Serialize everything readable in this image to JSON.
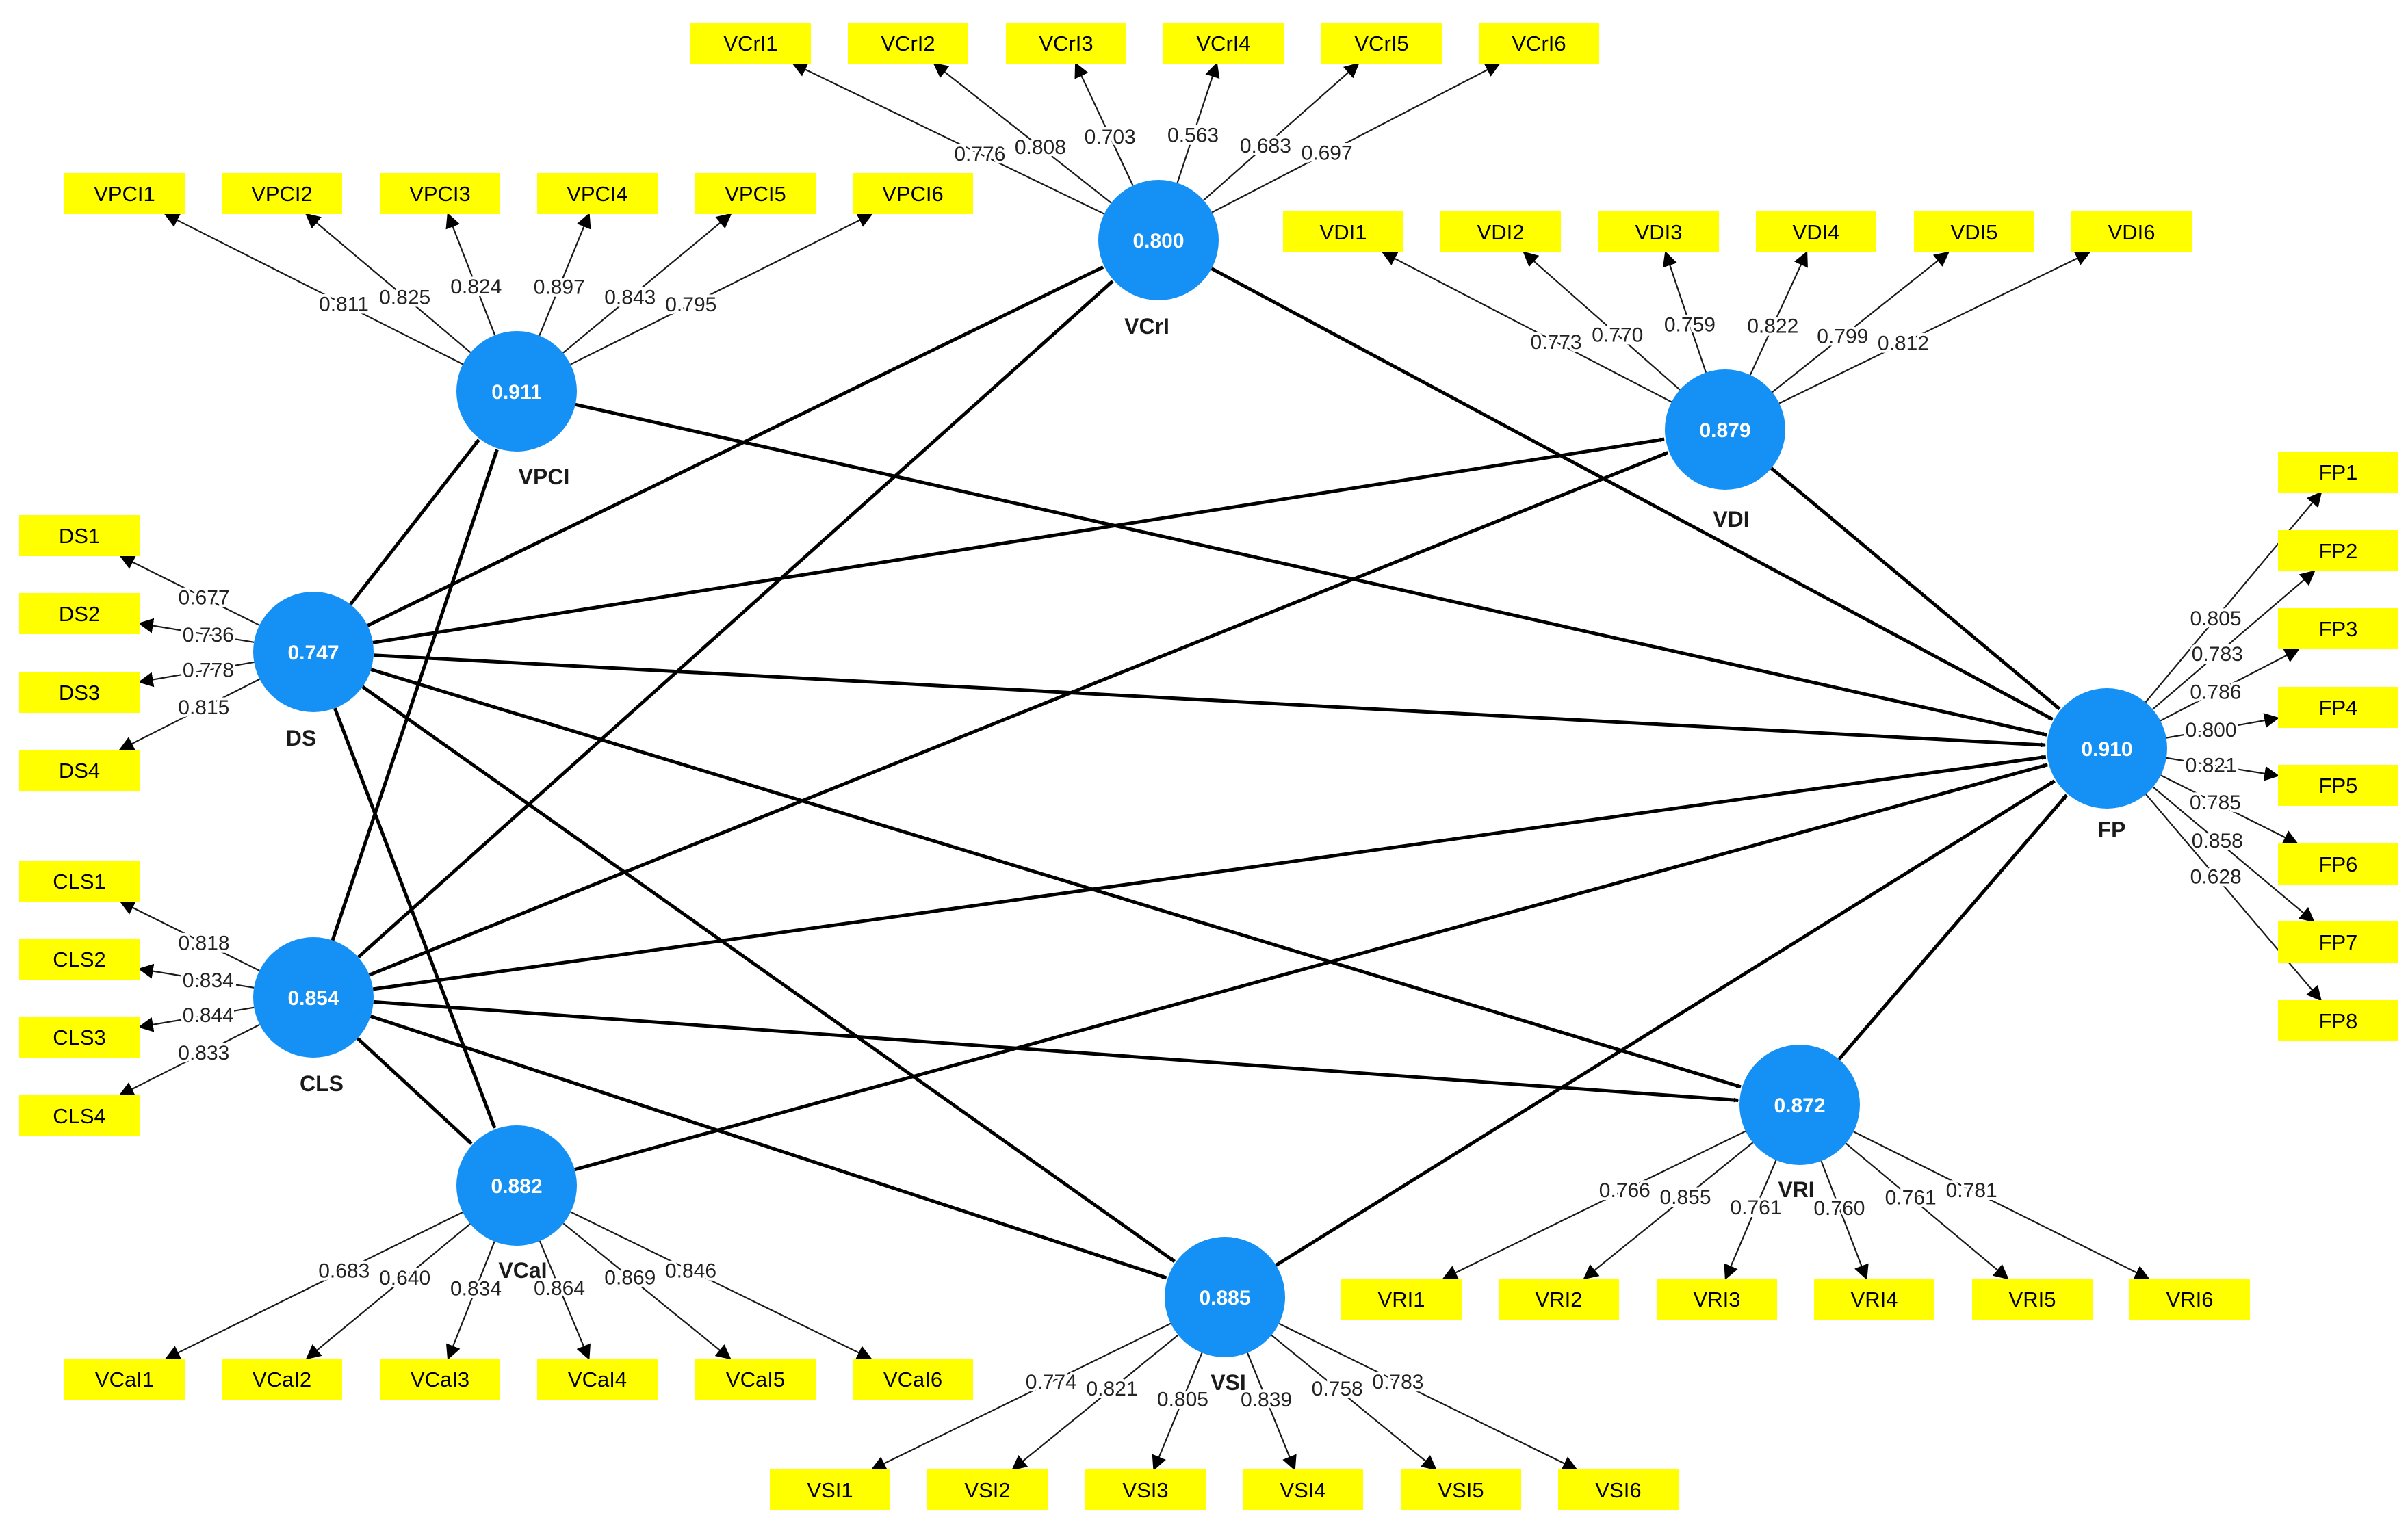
{
  "colors": {
    "construct_fill": "#1591f5",
    "indicator_fill": "#ffff00",
    "arrow": "#000000"
  },
  "constructs": [
    {
      "id": "VCrI",
      "label": "VCrI",
      "value": "0.800"
    },
    {
      "id": "VPCI",
      "label": "VPCI",
      "value": "0.911"
    },
    {
      "id": "VDI",
      "label": "VDI",
      "value": "0.879"
    },
    {
      "id": "DS",
      "label": "DS",
      "value": "0.747"
    },
    {
      "id": "CLS",
      "label": "CLS",
      "value": "0.854"
    },
    {
      "id": "FP",
      "label": "FP",
      "value": "0.910"
    },
    {
      "id": "VCaI",
      "label": "VCaI",
      "value": "0.882"
    },
    {
      "id": "VSI",
      "label": "VSI",
      "value": "0.885"
    },
    {
      "id": "VRI",
      "label": "VRI",
      "value": "0.872"
    }
  ],
  "indicators": [
    {
      "label": "VCrI1",
      "construct": "VCrI",
      "loading": "0.776"
    },
    {
      "label": "VCrI2",
      "construct": "VCrI",
      "loading": "0.808"
    },
    {
      "label": "VCrI3",
      "construct": "VCrI",
      "loading": "0.703"
    },
    {
      "label": "VCrI4",
      "construct": "VCrI",
      "loading": "0.563"
    },
    {
      "label": "VCrI5",
      "construct": "VCrI",
      "loading": "0.683"
    },
    {
      "label": "VCrI6",
      "construct": "VCrI",
      "loading": "0.697"
    },
    {
      "label": "VPCI1",
      "construct": "VPCI",
      "loading": "0.811"
    },
    {
      "label": "VPCI2",
      "construct": "VPCI",
      "loading": "0.825"
    },
    {
      "label": "VPCI3",
      "construct": "VPCI",
      "loading": "0.824"
    },
    {
      "label": "VPCI4",
      "construct": "VPCI",
      "loading": "0.897"
    },
    {
      "label": "VPCI5",
      "construct": "VPCI",
      "loading": "0.843"
    },
    {
      "label": "VPCI6",
      "construct": "VPCI",
      "loading": "0.795"
    },
    {
      "label": "VDI1",
      "construct": "VDI",
      "loading": "0.773"
    },
    {
      "label": "VDI2",
      "construct": "VDI",
      "loading": "0.770"
    },
    {
      "label": "VDI3",
      "construct": "VDI",
      "loading": "0.759"
    },
    {
      "label": "VDI4",
      "construct": "VDI",
      "loading": "0.822"
    },
    {
      "label": "VDI5",
      "construct": "VDI",
      "loading": "0.799"
    },
    {
      "label": "VDI6",
      "construct": "VDI",
      "loading": "0.812"
    },
    {
      "label": "DS1",
      "construct": "DS",
      "loading": "0.677"
    },
    {
      "label": "DS2",
      "construct": "DS",
      "loading": "0.736"
    },
    {
      "label": "DS3",
      "construct": "DS",
      "loading": "0.778"
    },
    {
      "label": "DS4",
      "construct": "DS",
      "loading": "0.815"
    },
    {
      "label": "CLS1",
      "construct": "CLS",
      "loading": "0.818"
    },
    {
      "label": "CLS2",
      "construct": "CLS",
      "loading": "0.834"
    },
    {
      "label": "CLS3",
      "construct": "CLS",
      "loading": "0.844"
    },
    {
      "label": "CLS4",
      "construct": "CLS",
      "loading": "0.833"
    },
    {
      "label": "FP1",
      "construct": "FP",
      "loading": "0.805"
    },
    {
      "label": "FP2",
      "construct": "FP",
      "loading": "0.783"
    },
    {
      "label": "FP3",
      "construct": "FP",
      "loading": "0.786"
    },
    {
      "label": "FP4",
      "construct": "FP",
      "loading": "0.800"
    },
    {
      "label": "FP5",
      "construct": "FP",
      "loading": "0.821"
    },
    {
      "label": "FP6",
      "construct": "FP",
      "loading": "0.785"
    },
    {
      "label": "FP7",
      "construct": "FP",
      "loading": "0.858"
    },
    {
      "label": "FP8",
      "construct": "FP",
      "loading": "0.628"
    },
    {
      "label": "VCaI1",
      "construct": "VCaI",
      "loading": "0.683"
    },
    {
      "label": "VCaI2",
      "construct": "VCaI",
      "loading": "0.640"
    },
    {
      "label": "VCaI3",
      "construct": "VCaI",
      "loading": "0.834"
    },
    {
      "label": "VCaI4",
      "construct": "VCaI",
      "loading": "0.864"
    },
    {
      "label": "VCaI5",
      "construct": "VCaI",
      "loading": "0.869"
    },
    {
      "label": "VCaI6",
      "construct": "VCaI",
      "loading": "0.846"
    },
    {
      "label": "VSI1",
      "construct": "VSI",
      "loading": "0.774"
    },
    {
      "label": "VSI2",
      "construct": "VSI",
      "loading": "0.821"
    },
    {
      "label": "VSI3",
      "construct": "VSI",
      "loading": "0.805"
    },
    {
      "label": "VSI4",
      "construct": "VSI",
      "loading": "0.839"
    },
    {
      "label": "VSI5",
      "construct": "VSI",
      "loading": "0.758"
    },
    {
      "label": "VSI6",
      "construct": "VSI",
      "loading": "0.783"
    },
    {
      "label": "VRI1",
      "construct": "VRI",
      "loading": "0.766"
    },
    {
      "label": "VRI2",
      "construct": "VRI",
      "loading": "0.855"
    },
    {
      "label": "VRI3",
      "construct": "VRI",
      "loading": "0.761"
    },
    {
      "label": "VRI4",
      "construct": "VRI",
      "loading": "0.760"
    },
    {
      "label": "VRI5",
      "construct": "VRI",
      "loading": "0.761"
    },
    {
      "label": "VRI6",
      "construct": "VRI",
      "loading": "0.781"
    }
  ],
  "paths": [
    {
      "from": "DS",
      "to": "VPCI"
    },
    {
      "from": "DS",
      "to": "VCrI"
    },
    {
      "from": "DS",
      "to": "VDI"
    },
    {
      "from": "DS",
      "to": "FP"
    },
    {
      "from": "DS",
      "to": "VCaI"
    },
    {
      "from": "DS",
      "to": "VSI"
    },
    {
      "from": "DS",
      "to": "VRI"
    },
    {
      "from": "CLS",
      "to": "VPCI"
    },
    {
      "from": "CLS",
      "to": "VCrI"
    },
    {
      "from": "CLS",
      "to": "VDI"
    },
    {
      "from": "CLS",
      "to": "FP"
    },
    {
      "from": "CLS",
      "to": "VCaI"
    },
    {
      "from": "CLS",
      "to": "VSI"
    },
    {
      "from": "CLS",
      "to": "VRI"
    },
    {
      "from": "VPCI",
      "to": "FP"
    },
    {
      "from": "VCrI",
      "to": "FP"
    },
    {
      "from": "VDI",
      "to": "FP"
    },
    {
      "from": "VCaI",
      "to": "FP"
    },
    {
      "from": "VSI",
      "to": "FP"
    },
    {
      "from": "VRI",
      "to": "FP"
    }
  ]
}
